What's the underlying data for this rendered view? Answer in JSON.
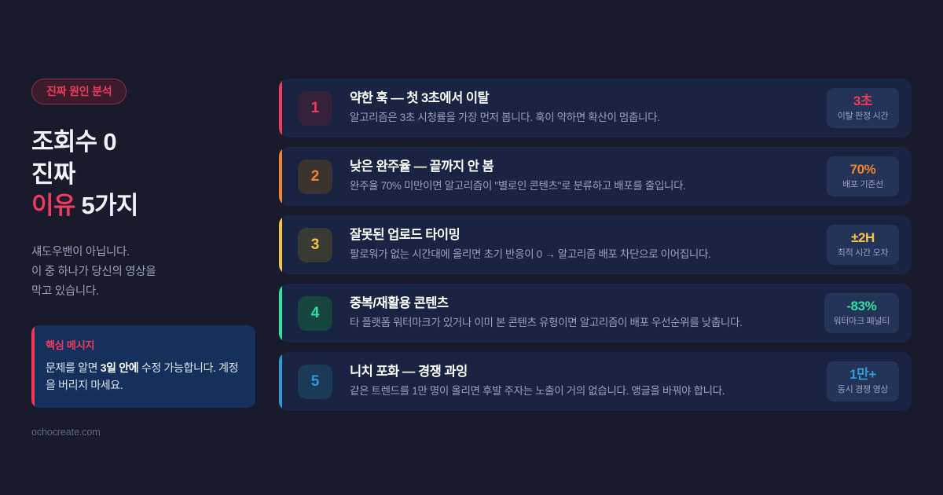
{
  "background_color": "#191a2b",
  "left": {
    "eyebrow": "진짜 원인 분석",
    "eyebrow_color": "#ef3a5d",
    "headline_lines": [
      "조회수 0",
      "진짜"
    ],
    "headline_accent": "이유",
    "headline_tail": " 5가지",
    "subcopy_lines": [
      "섀도우밴이 아닙니다.",
      "이 중 하나가 당신의 영상을",
      "막고 있습니다."
    ],
    "keybox": {
      "title": "핵심 메시지",
      "body_before": "문제를 알면 ",
      "body_bold": "3일 안에",
      "body_after": " 수정 가능합니다. 계정을 버리지 마세요.",
      "accent_color": "#ef3a5d",
      "background_color": "#16305c"
    },
    "footer_url": "ochocreate.com"
  },
  "cards": [
    {
      "number": "1",
      "title": "약한 훅 — 첫 3초에서 이탈",
      "description": "알고리즘은 3초 시청률을 가장 먼저 봅니다. 훅이 약하면 확산이 멈춥니다.",
      "stat_value": "3초",
      "stat_label": "이탈 판정 시간",
      "accent_color": "#ef3a5d",
      "num_bg_color": "#33223a"
    },
    {
      "number": "2",
      "title": "낮은 완주율 — 끝까지 안 봄",
      "description": "완주율 70% 미만이면 알고리즘이 \"별로인 콘텐츠\"로 분류하고 배포를 줄입니다.",
      "stat_value": "70%",
      "stat_label": "배포 기준선",
      "accent_color": "#f0842c",
      "num_bg_color": "#3a3330"
    },
    {
      "number": "3",
      "title": "잘못된 업로드 타이밍",
      "description": "팔로워가 없는 시간대에 올리면 초기 반응이 0 → 알고리즘 배포 차단으로 이어집니다.",
      "stat_value": "±2H",
      "stat_label": "최적 시간 오차",
      "accent_color": "#f5c542",
      "num_bg_color": "#3a3a35"
    },
    {
      "number": "4",
      "title": "중복/재활용 콘텐츠",
      "description": "타 플랫폼 워터마크가 있거나 이미 본 콘텐츠 유형이면 알고리즘이 배포 우선순위를 낮춥니다.",
      "stat_value": "-83%",
      "stat_label": "워터마크 페널티",
      "accent_color": "#2ee2a0",
      "num_bg_color": "#16453f"
    },
    {
      "number": "5",
      "title": "니치 포화 — 경쟁 과잉",
      "description": "같은 트렌드를 1만 명이 올리면 후발 주자는 노출이 거의 없습니다. 앵글을 바꿔야 합니다.",
      "stat_value": "1만+",
      "stat_label": "동시 경쟁 영상",
      "accent_color": "#2e9bd6",
      "num_bg_color": "#1b3a58"
    }
  ]
}
